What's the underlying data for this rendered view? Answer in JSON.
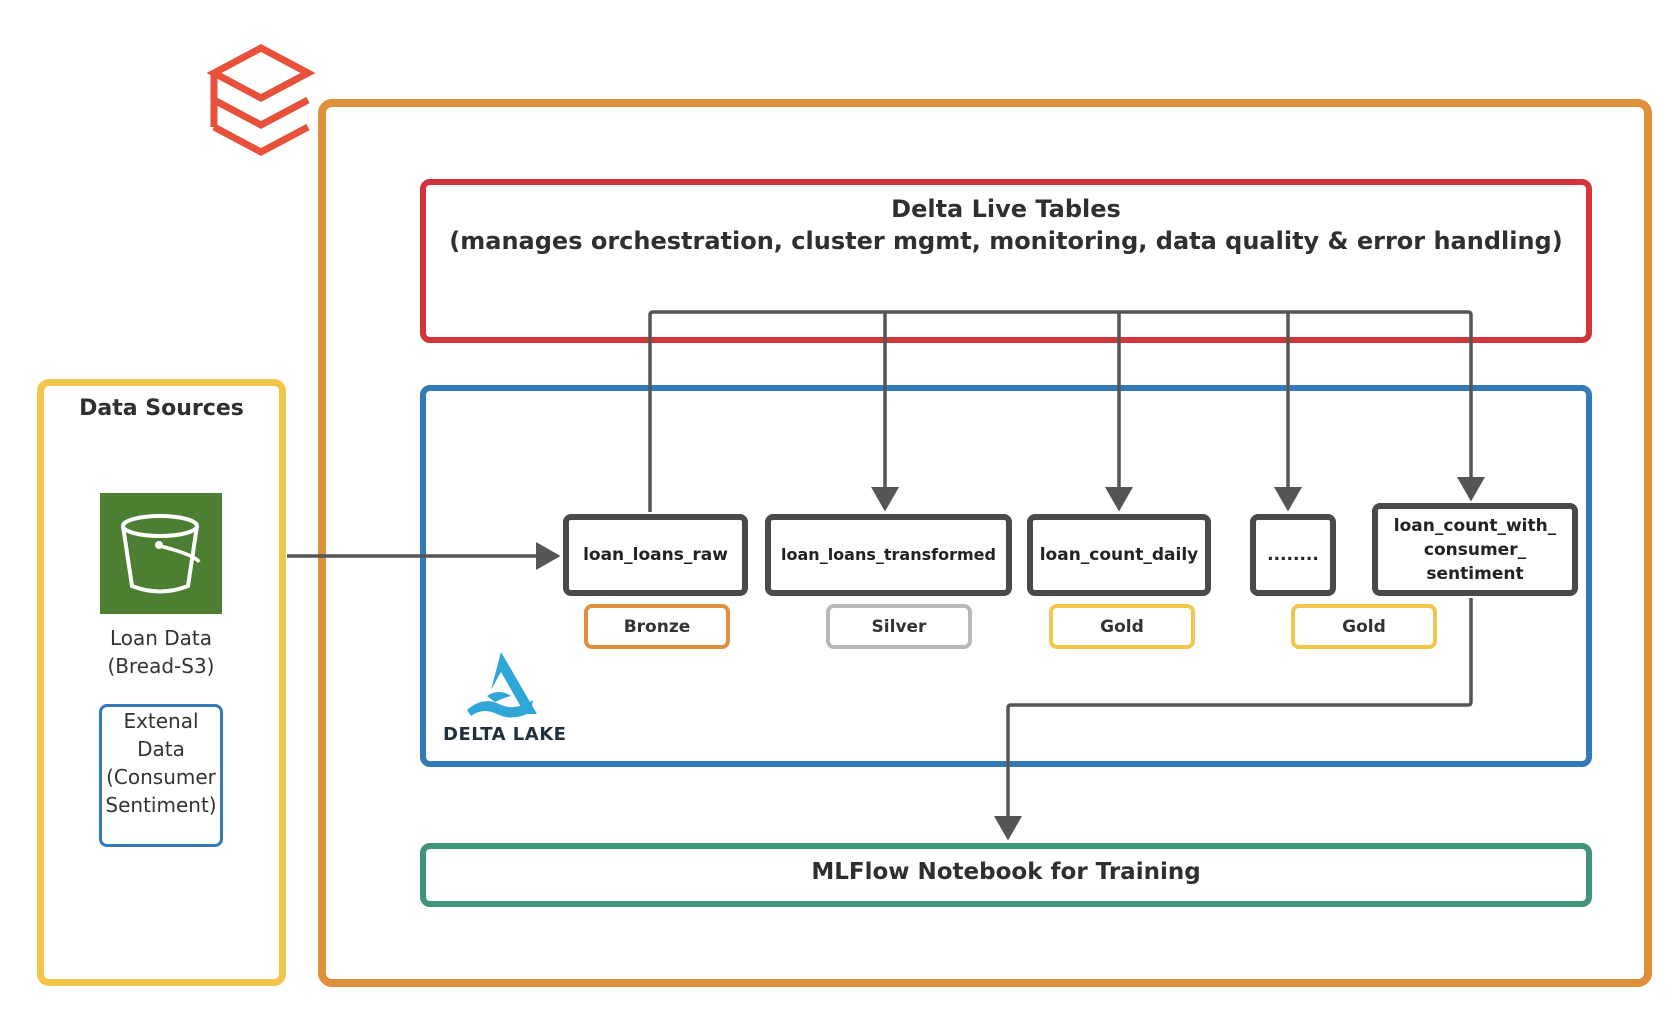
{
  "logo": {
    "icon": "databricks-stack-logo",
    "color": "#e8503a"
  },
  "delta_live_tables": {
    "title": "Delta Live Tables",
    "subtitle": "(manages orchestration, cluster mgmt, monitoring, data quality & error handling)"
  },
  "data_sources": {
    "title": "Data Sources",
    "loan_data": {
      "icon": "s3-bucket-icon",
      "label_line1": "Loan Data",
      "label_line2": "(Bread-S3)"
    },
    "external_data": {
      "line1": "Extenal",
      "line2": "Data",
      "line3": "(Consumer",
      "line4": "Sentiment)"
    }
  },
  "delta_lake": {
    "brand": "DELTA LAKE",
    "tables": [
      {
        "name": "loan_loans_raw",
        "tier": "Bronze"
      },
      {
        "name": "loan_loans_transformed",
        "tier": "Silver"
      },
      {
        "name": "loan_count_daily",
        "tier": "Gold"
      },
      {
        "name": "........",
        "tier": "Gold"
      },
      {
        "name_line1": "loan_count_with_",
        "name_line2": "consumer_",
        "name_line3": "sentiment"
      }
    ]
  },
  "mlflow": {
    "label": "MLFlow Notebook for Training"
  },
  "colors": {
    "platform_frame": "#e08f3a",
    "sources_frame": "#f2c54b",
    "dlt_frame": "#d1343a",
    "delta_lake_frame": "#3479b8",
    "mlflow_frame": "#3f9479",
    "bronze": "#e08f3a",
    "silver": "#b8b8b8",
    "gold": "#f2c54b",
    "connector": "#555555"
  }
}
